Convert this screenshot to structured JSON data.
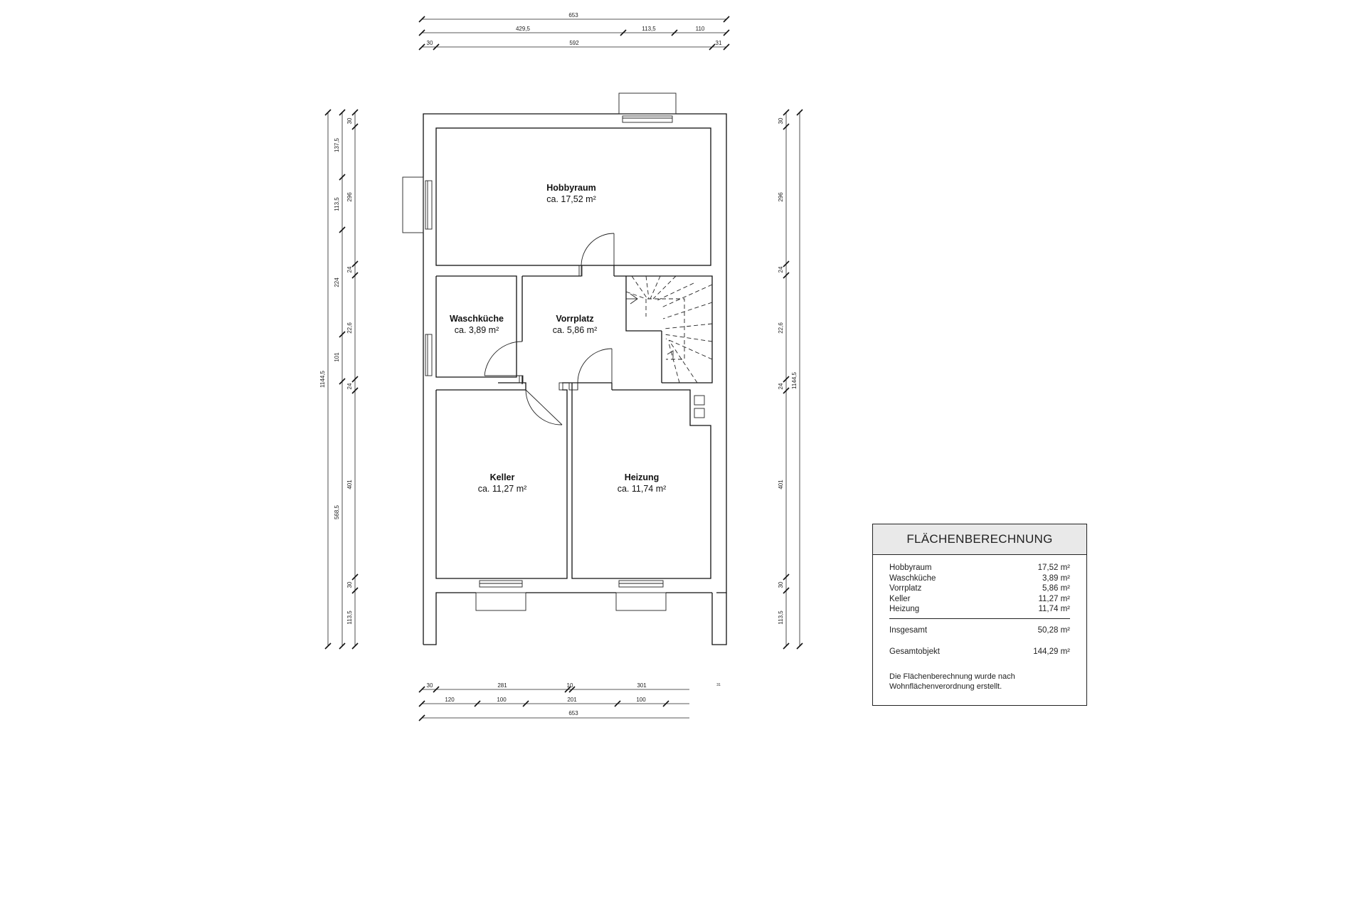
{
  "rooms": [
    {
      "name": "Hobbyraum",
      "area": "ca. 17,52 m²"
    },
    {
      "name": "Waschküche",
      "area": "ca. 3,89 m²"
    },
    {
      "name": "Vorrplatz",
      "area": "ca. 5,86 m²"
    },
    {
      "name": "Keller",
      "area": "ca. 11,27 m²"
    },
    {
      "name": "Heizung",
      "area": "ca. 11,74 m²"
    }
  ],
  "dimensions": {
    "top": {
      "row1": [
        "653"
      ],
      "row2": [
        "429,5",
        "113,5",
        "110"
      ],
      "row3": [
        "30",
        "592",
        "31"
      ]
    },
    "bottom": {
      "row1": [
        "30",
        "281",
        "10",
        "301",
        "31"
      ],
      "row2": [
        "120",
        "100",
        "201",
        "100"
      ],
      "row3": [
        "653"
      ]
    },
    "left": {
      "overall": "1144,5",
      "middle": [
        "137,5",
        "113,5",
        "224",
        "101",
        "568,5",
        "113,5"
      ],
      "inner": [
        "30",
        "296",
        "24",
        "22,6",
        "24",
        "401",
        "30"
      ]
    },
    "right": {
      "overall": "1144,5",
      "inner": [
        "30",
        "296",
        "24",
        "22,6",
        "24",
        "401",
        "30",
        "113,5"
      ]
    }
  },
  "summary": {
    "title": "FLÄCHENBERECHNUNG",
    "rows": [
      {
        "label": "Hobbyraum",
        "value": "17,52 m²"
      },
      {
        "label": "Waschküche",
        "value": "3,89 m²"
      },
      {
        "label": "Vorrplatz",
        "value": "5,86 m²"
      },
      {
        "label": "Keller",
        "value": "11,27 m²"
      },
      {
        "label": "Heizung",
        "value": "11,74 m²"
      }
    ],
    "total_label": "Insgesamt",
    "total_value": "50,28 m²",
    "object_label": "Gesamtobjekt",
    "object_value": "144,29 m²",
    "note_line1": "Die Flächenberechnung wurde nach",
    "note_line2": "Wohnflächenverordnung erstellt."
  }
}
